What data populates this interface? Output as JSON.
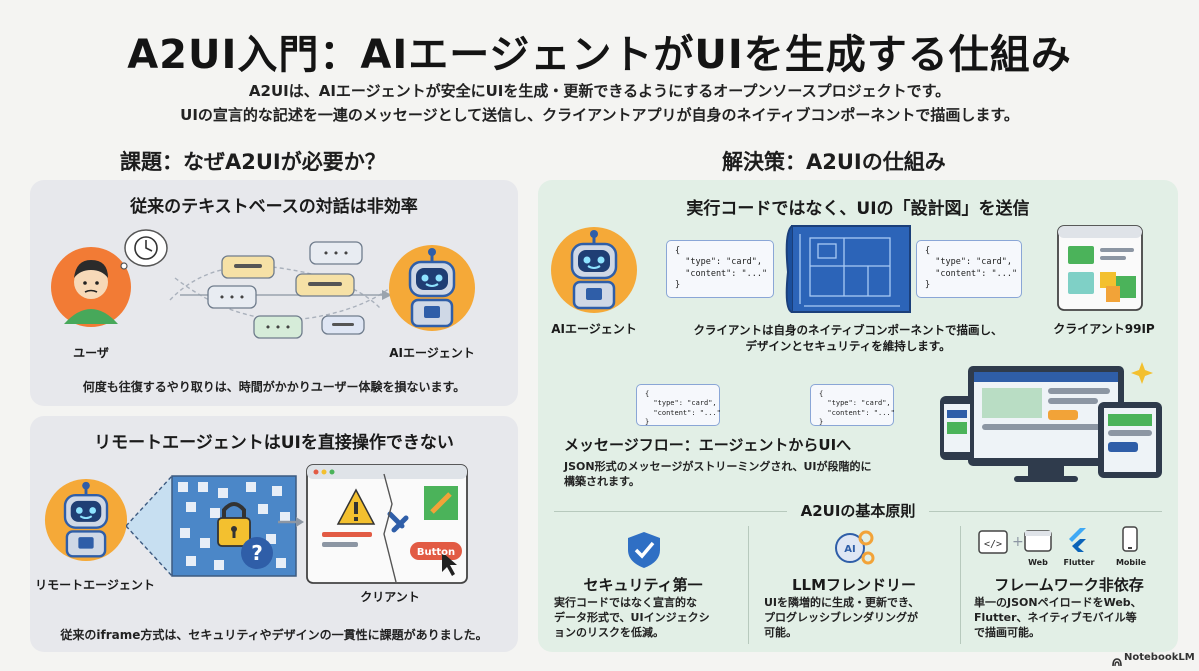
{
  "header": {
    "title": "A2UI入門：AIエージェントがUIを生成する仕組み",
    "lead_line1": "A2UIは、AIエージェントが安全にUIを生成・更新できるようにするオープンソースプロジェクトです。",
    "lead_line2": "UIの宣言的な記述を一連のメッセージとして送信し、クライアントアプリが自身のネイティブコンポーネントで描画します。"
  },
  "problem": {
    "heading": "課題：なぜA2UIが必要か？",
    "card1": {
      "title": "従来のテキストベースの対話は非効率",
      "user_label": "ユーザ",
      "agent_label": "AIエージェント",
      "caption": "何度も往復するやり取りは、時間がかかりユーザー体験を損ないます。"
    },
    "card2": {
      "title": "リモートエージェントはUIを直接操作できない",
      "remote_label": "リモートエージェント",
      "client_label": "クリアント",
      "button_label": "Button",
      "caption": "従来のiframe方式は、セキュリティやデザインの一貫性に課題がありました。"
    }
  },
  "solution": {
    "heading": "解決策：A2UIの仕組み",
    "blueprint": {
      "title": "実行コードではなく、UIの「設計図」を送信",
      "agent_label": "AIエージェント",
      "code_snippet": "{\n  \"type\": \"card\",\n  \"content\": \"...\"\n}",
      "caption_line1": "クライアントは自身のネイティブコンポーネントで描画し、",
      "caption_line2": "デザインとセキュリティを維持します。",
      "client_app_label": "クライアント99IP"
    },
    "flow": {
      "title": "メッセージフロー：エージェントからUIへ",
      "body_line1": "JSON形式のメッセージがストリーミングされ、UIが段階的に",
      "body_line2": "構築されます。"
    },
    "principles": {
      "heading": "A2UIの基本原則",
      "items": [
        {
          "title": "セキュリティ第一",
          "body_line1": "実行コードではなく宣言的な",
          "body_line2": "データ形式で、UIインジェクシ",
          "body_line3": "ョンのリスクを低減。"
        },
        {
          "title": "LLMフレンドリー",
          "body_line1": "UIを隣増的に生成・更新でき、",
          "body_line2": "プログレッシブレンダリングが",
          "body_line3": "可能。"
        },
        {
          "title": "フレームワーク非依存",
          "body_line1": "単一のJSONペイロードをWeb、",
          "body_line2": "Flutter、ネイティブモバイル等",
          "body_line3": "で描画可能。"
        }
      ],
      "platforms": [
        "Web",
        "Flutter",
        "Mobile"
      ]
    }
  },
  "branding": {
    "label": "NotebookLM"
  },
  "colors": {
    "accent_orange": "#f4a43a",
    "robot_blue": "#2f5ea8",
    "green_panel": "#e2efe6",
    "gray_panel": "#e7e8ec",
    "warn_yellow": "#f3c02f",
    "button_red": "#e25b44"
  }
}
